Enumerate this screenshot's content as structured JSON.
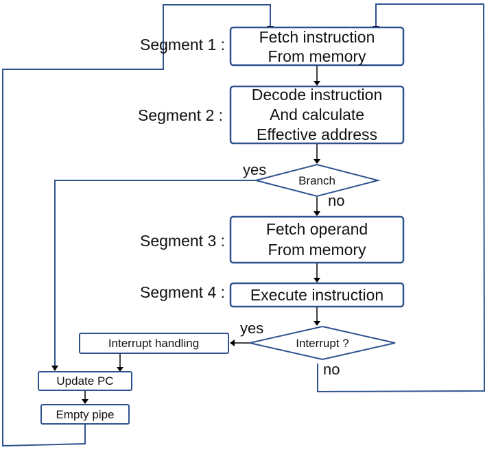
{
  "segments": {
    "s1": "Segment 1 :",
    "s2": "Segment 2 :",
    "s3": "Segment 3 :",
    "s4": "Segment 4 :"
  },
  "boxes": {
    "fetch_instruction": [
      "Fetch instruction",
      "From memory"
    ],
    "decode_instruction": [
      "Decode instruction",
      "And calculate",
      "Effective address"
    ],
    "fetch_operand": [
      "Fetch operand",
      "From memory"
    ],
    "execute_instruction": "Execute instruction",
    "interrupt_handling": "Interrupt  handling",
    "update_pc": "Update PC",
    "empty_pipe": "Empty pipe"
  },
  "decisions": {
    "branch": "Branch",
    "interrupt": "Interrupt ?"
  },
  "edge_labels": {
    "branch_yes": "yes",
    "branch_no": "no",
    "interrupt_yes": "yes",
    "interrupt_no": "no"
  },
  "colors": {
    "line": "#2f528f",
    "arrow": "#000000"
  }
}
